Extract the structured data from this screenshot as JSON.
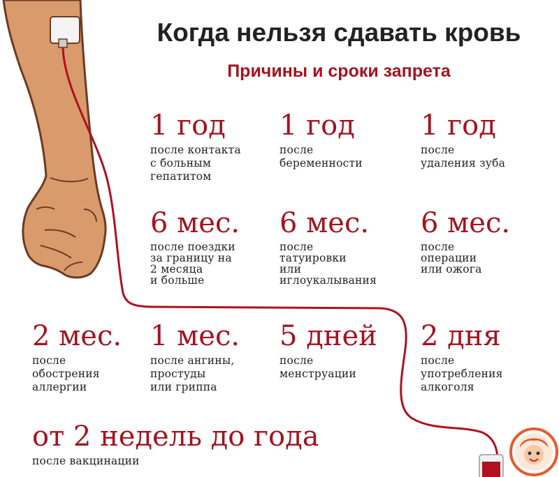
{
  "header": {
    "title": "Когда нельзя сдавать кровь",
    "subtitle": "Причины и сроки запрета"
  },
  "items": [
    {
      "period": "1 год",
      "desc": "после контакта\nс больным\nгепатитом"
    },
    {
      "period": "1 год",
      "desc": "после\nбеременности"
    },
    {
      "period": "1 год",
      "desc": "после\nудаления зуба"
    },
    {
      "period": "6 мес.",
      "desc": "после поездки\nза границу на\n2 месяца\nи больше"
    },
    {
      "period": "6 мес.",
      "desc": "после\nтатуировки\nили\nиглоукалывания"
    },
    {
      "period": "6 мес.",
      "desc": "после\nоперации\nили ожога"
    },
    {
      "period": "2 мес.",
      "desc": "после\nобострения\nаллергии"
    },
    {
      "period": "1 мес.",
      "desc": "после ангины,\nпростуды\nили гриппа"
    },
    {
      "period": "5 дней",
      "desc": "после\nменструации"
    },
    {
      "period": "2 дня",
      "desc": "после\nупотребления\nалкоголя"
    },
    {
      "period": "от 2 недель до года",
      "desc": "после вакцинации"
    }
  ],
  "colors": {
    "accent": "#a31420",
    "text": "#222222",
    "skin": "#d99a6c",
    "tube": "#b01020"
  },
  "icons": {
    "arm": "arm-illustration",
    "tube": "blood-tube-line",
    "bag": "blood-bag-icon",
    "logo": "girl-avatar-logo"
  }
}
